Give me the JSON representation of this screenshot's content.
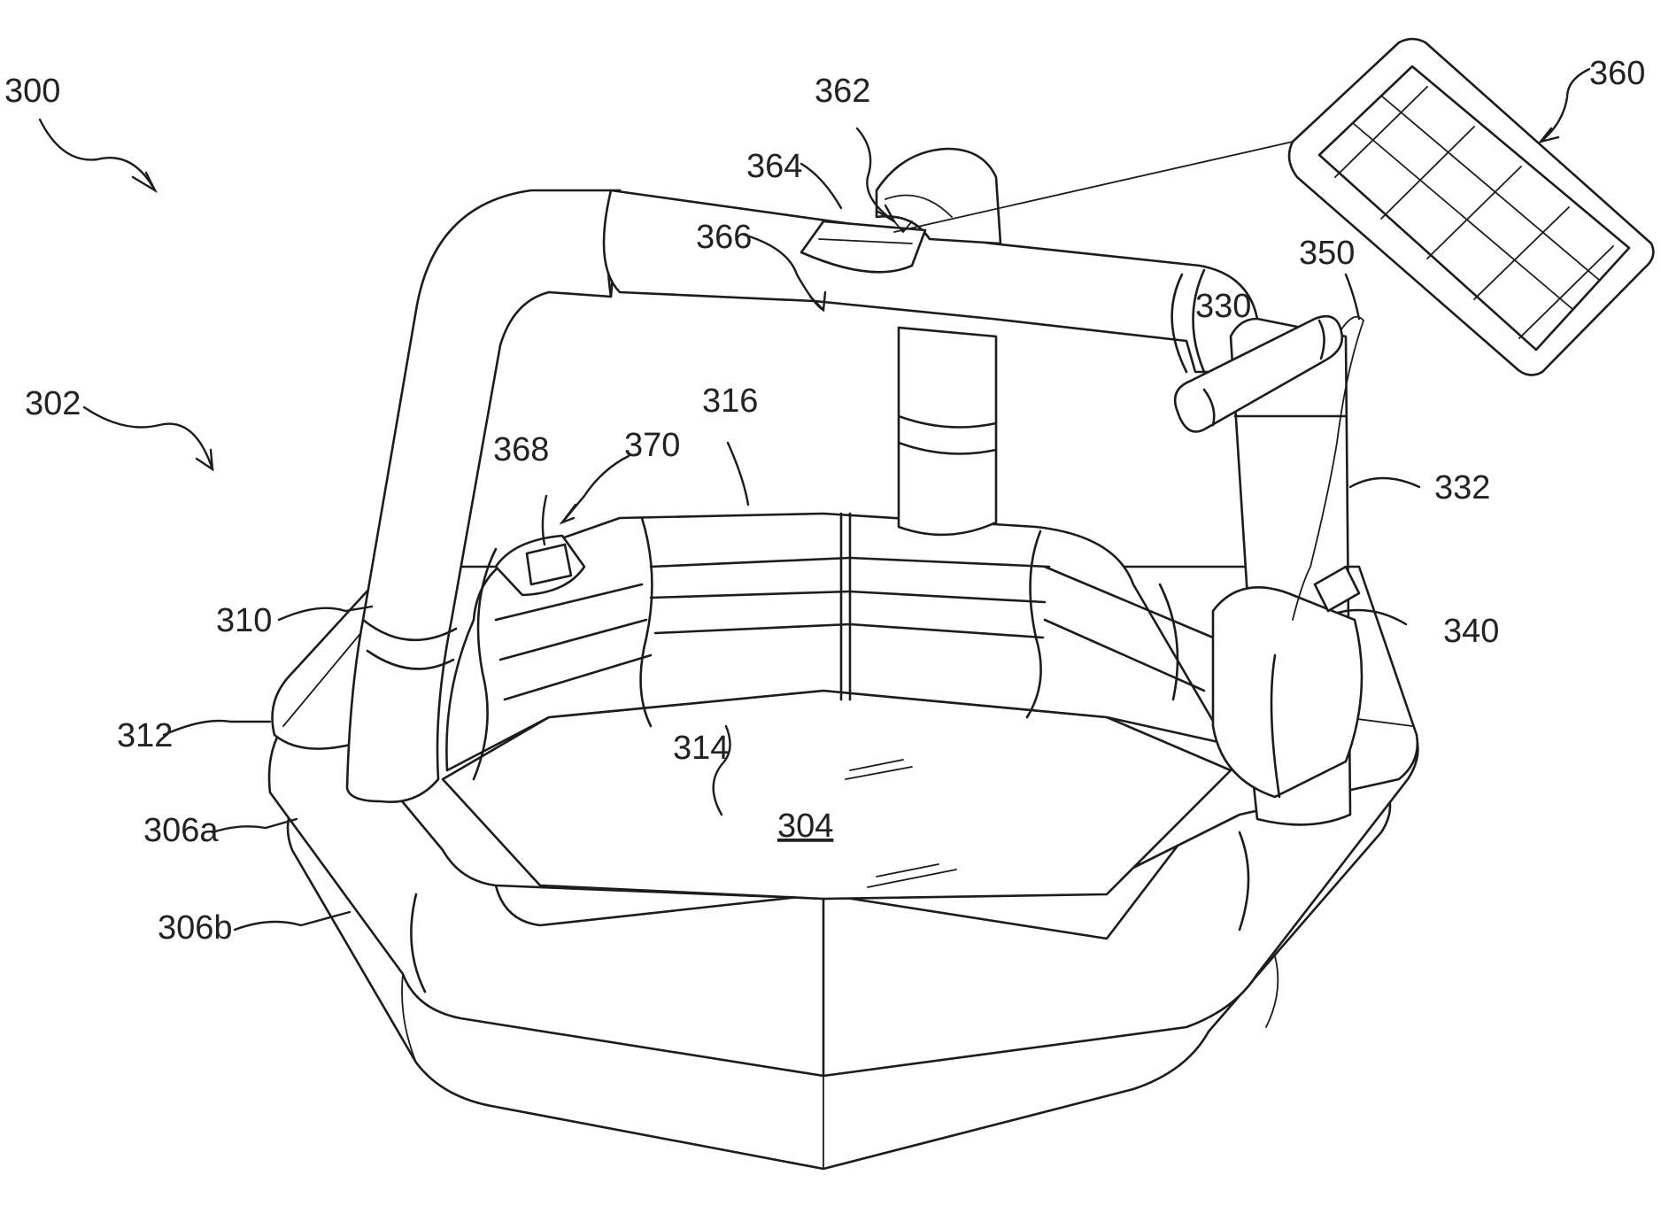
{
  "references": {
    "r300": "300",
    "r302": "302",
    "r304": "304",
    "r306a": "306a",
    "r306b": "306b",
    "r310": "310",
    "r312": "312",
    "r314": "314",
    "r316": "316",
    "r330": "330",
    "r332": "332",
    "r340": "340",
    "r350": "350",
    "r360": "360",
    "r362": "362",
    "r364": "364",
    "r366": "366",
    "r368": "368",
    "r370": "370"
  }
}
